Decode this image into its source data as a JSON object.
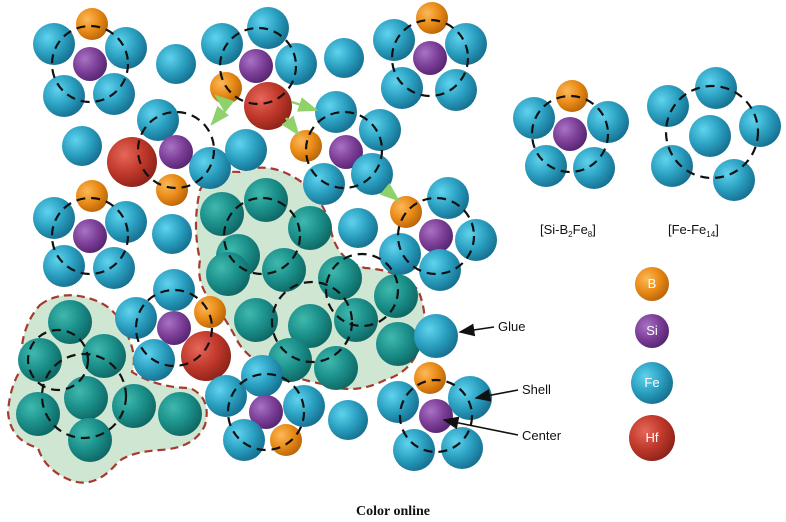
{
  "legend": {
    "b": "B",
    "si": "Si",
    "fe": "Fe",
    "hf": "Hf"
  },
  "clusters": {
    "left": {
      "prefix": "[Si-B",
      "s1": "2",
      "mid": "Fe",
      "s2": "8",
      "suffix": "]"
    },
    "right": {
      "prefix": "[Fe-Fe",
      "s1": "14",
      "suffix": "]"
    }
  },
  "callouts": {
    "glue": "Glue",
    "shell": "Shell",
    "center": "Center"
  },
  "caption": "Color online",
  "colors": {
    "fe": "#2a9fc0",
    "fe_glue": "#1b8f8a",
    "si": "#7d3f98",
    "b": "#e98a16",
    "hf": "#c0392b",
    "glue_fill": "#cfe6d3",
    "glue_border": "#a53a2e",
    "arrow_green": "#8fd16a"
  }
}
